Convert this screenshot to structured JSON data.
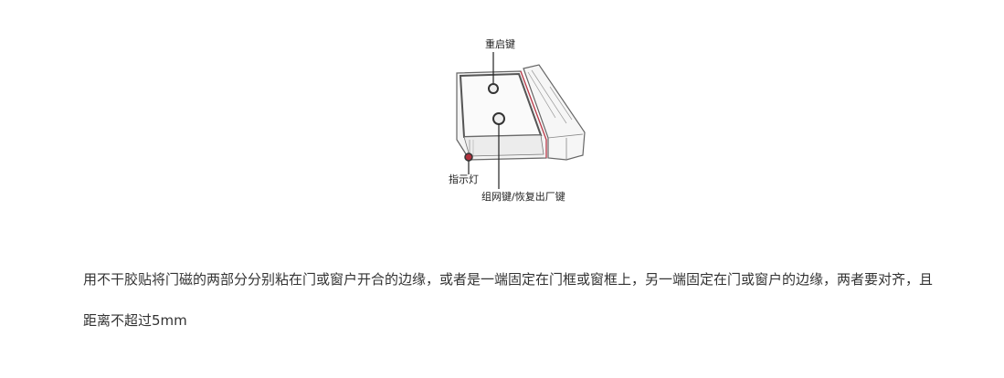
{
  "diagram": {
    "labels": {
      "restart_key": "重启键",
      "indicator_light": "指示灯",
      "network_reset_key": "组网键/恢复出厂键"
    }
  },
  "instructions": {
    "text": "用不干胶贴将门磁的两部分分别粘在门或窗户开合的边缘，或者是一端固定在门框或窗框上，另一端固定在门或窗户的边缘，两者要对齐，且距离不超过5mm"
  }
}
